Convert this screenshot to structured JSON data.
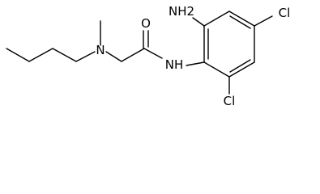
{
  "molecule": {
    "labels": {
      "amino": "NH2",
      "amino_subscript": "2",
      "carbonyl_oxygen": "O",
      "amide_nh": "NH",
      "amine_n": "N",
      "chloro_top": "Cl",
      "chloro_bottom": "Cl"
    }
  }
}
